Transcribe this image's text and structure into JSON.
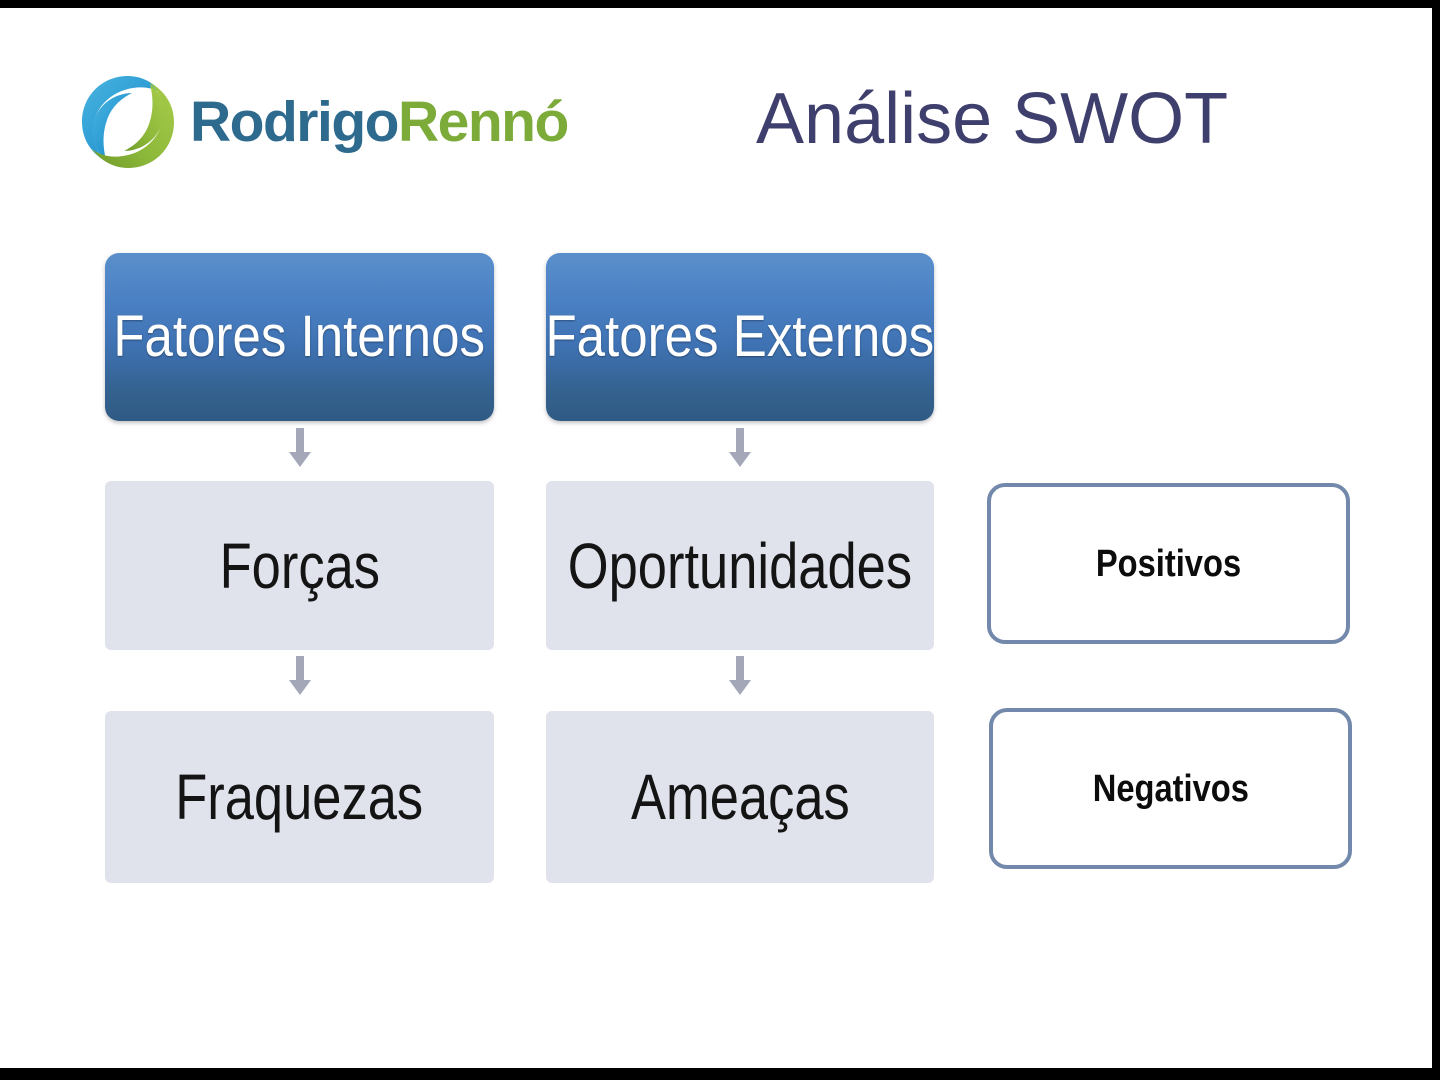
{
  "slide": {
    "title": "Análise SWOT",
    "background_color": "#ffffff",
    "title_color": "#3f3f6e"
  },
  "logo": {
    "name": "Rodrigo Rennó",
    "word_first": "Rodrigo",
    "word_second": "Rennó",
    "color_first": "#2d6a8e",
    "color_second": "#7cab3a",
    "mark_blue": "#2b9ad3",
    "mark_green": "#8cb83a"
  },
  "columns": [
    {
      "header": "Fatores Internos",
      "items": [
        "Forças",
        "Fraquezas"
      ]
    },
    {
      "header": "Fatores Externos",
      "items": [
        "Oportunidades",
        "Ameaças"
      ]
    }
  ],
  "polarity": [
    {
      "label": "Positivos"
    },
    {
      "label": "Negativos"
    }
  ],
  "colors": {
    "header_box_top": "#5b8fcb",
    "header_box_bottom": "#2f5a84",
    "grey_box": "#e0e2ec",
    "outline_border": "#7289ab",
    "arrow": "#9fa3b3",
    "letterbox": "#000000"
  },
  "icons": {
    "arrow": "down-arrow-icon",
    "logo_mark": "rodrigo-renno-logo-icon"
  }
}
